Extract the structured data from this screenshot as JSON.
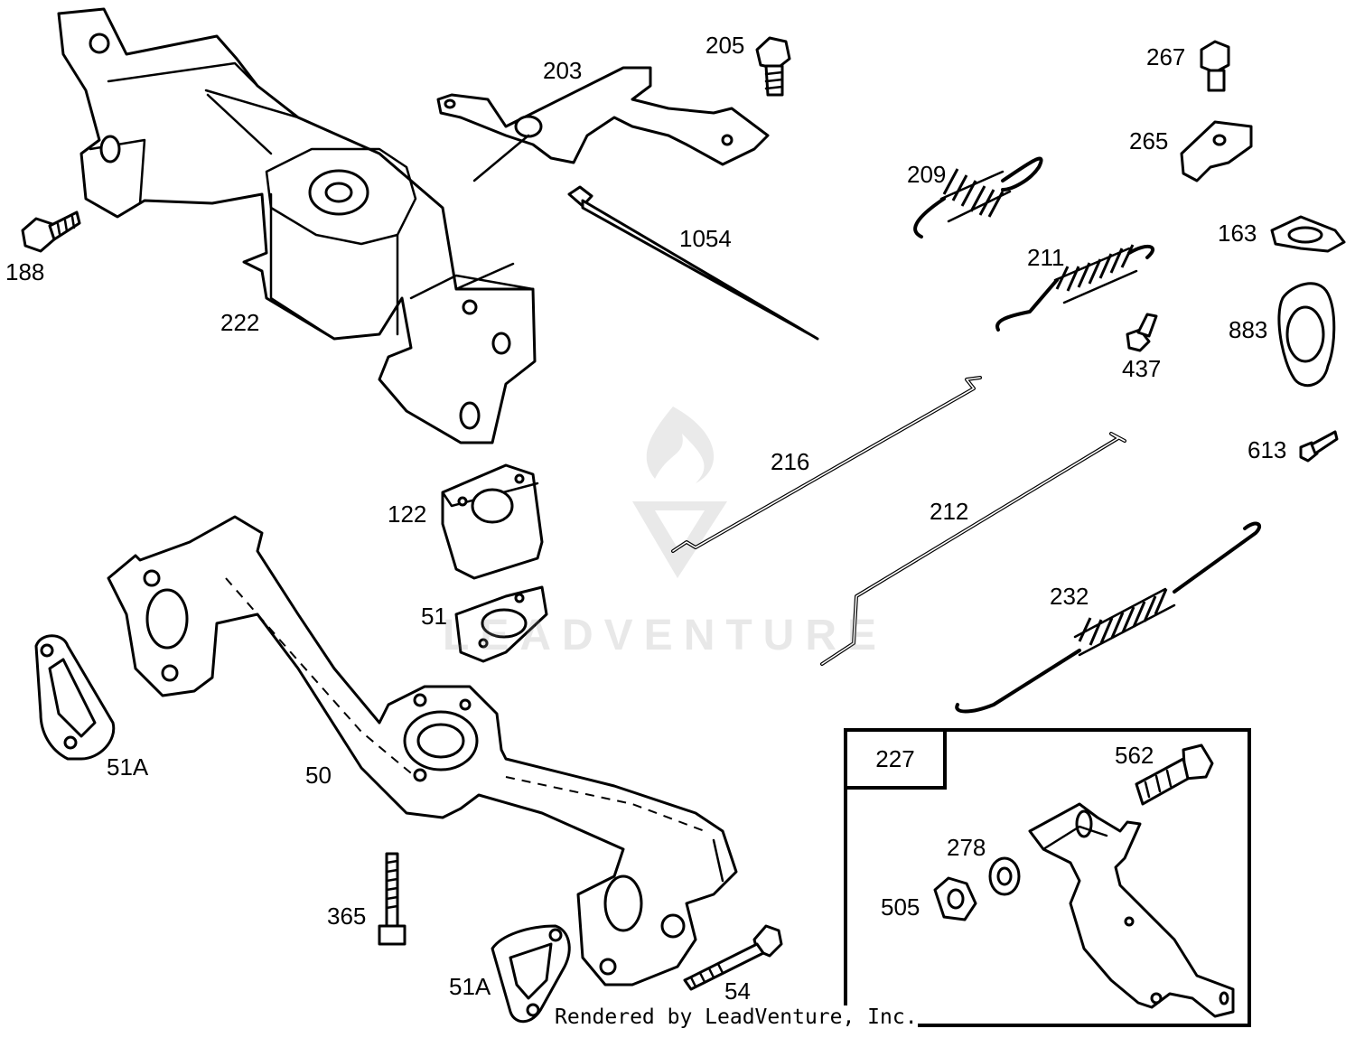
{
  "callouts": [
    {
      "id": "188",
      "label": "188"
    },
    {
      "id": "222",
      "label": "222"
    },
    {
      "id": "203",
      "label": "203"
    },
    {
      "id": "205",
      "label": "205"
    },
    {
      "id": "1054",
      "label": "1054"
    },
    {
      "id": "209",
      "label": "209"
    },
    {
      "id": "267",
      "label": "267"
    },
    {
      "id": "265",
      "label": "265"
    },
    {
      "id": "163",
      "label": "163"
    },
    {
      "id": "211",
      "label": "211"
    },
    {
      "id": "883",
      "label": "883"
    },
    {
      "id": "437",
      "label": "437"
    },
    {
      "id": "613",
      "label": "613"
    },
    {
      "id": "216",
      "label": "216"
    },
    {
      "id": "212",
      "label": "212"
    },
    {
      "id": "232",
      "label": "232"
    },
    {
      "id": "122",
      "label": "122"
    },
    {
      "id": "51",
      "label": "51"
    },
    {
      "id": "51A_left",
      "label": "51A"
    },
    {
      "id": "50",
      "label": "50"
    },
    {
      "id": "365",
      "label": "365"
    },
    {
      "id": "51A_bottom",
      "label": "51A"
    },
    {
      "id": "54",
      "label": "54"
    },
    {
      "id": "562",
      "label": "562"
    },
    {
      "id": "278",
      "label": "278"
    },
    {
      "id": "505",
      "label": "505"
    }
  ],
  "kit": {
    "label": "227"
  },
  "watermark": {
    "text": "LEADVENTURE"
  },
  "credit": {
    "text": "Rendered by LeadVenture, Inc."
  },
  "colors": {
    "line": "#000000",
    "background": "#ffffff",
    "watermark": "#969696"
  }
}
